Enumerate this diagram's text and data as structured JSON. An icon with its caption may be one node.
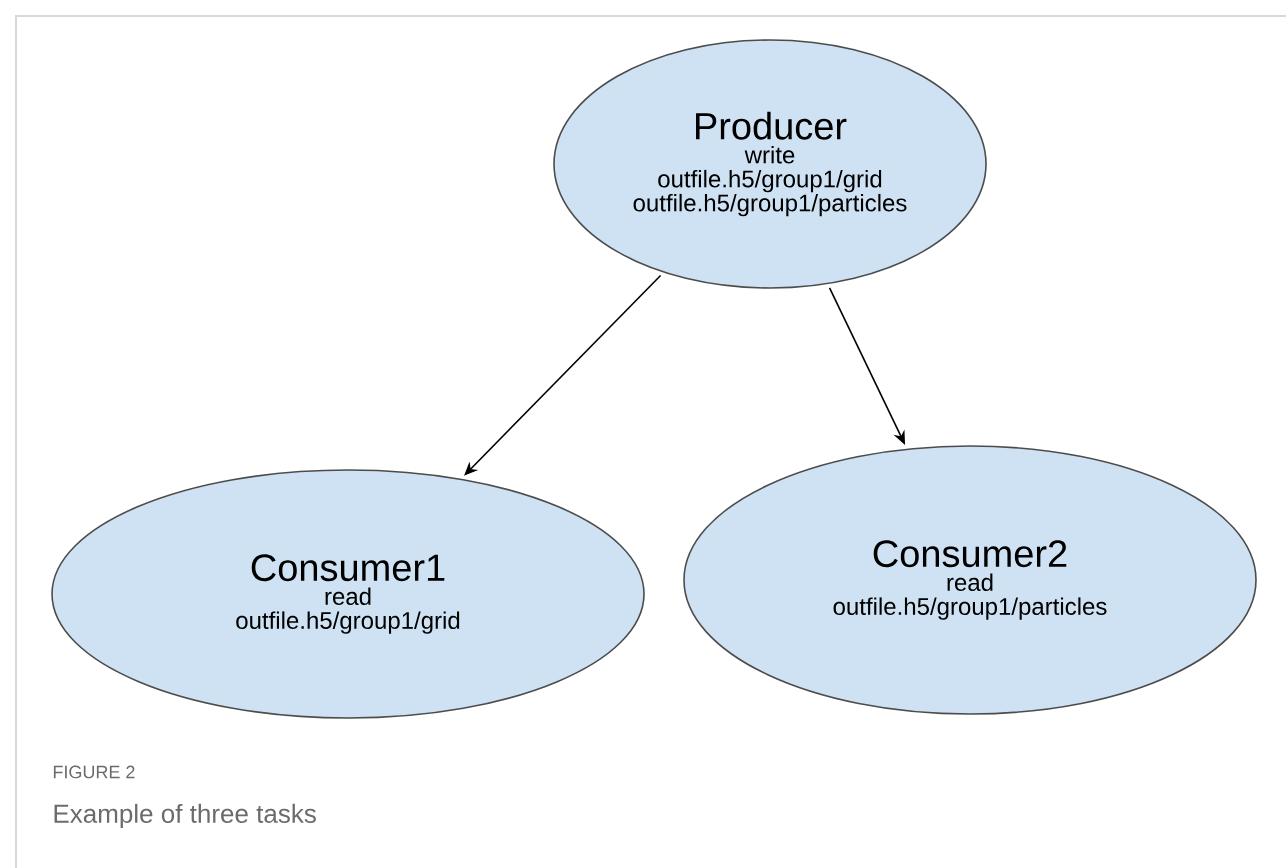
{
  "diagram": {
    "caption": "Example of three tasks",
    "nodes": [
      {
        "text": [
          "Producer",
          "write",
          "outfile.h5/group1/grid",
          "outfile.h5/group1/particles"
        ]
      },
      {
        "text": [
          "Consumer1",
          "read",
          "outfile.h5/group1/grid"
        ]
      },
      {
        "text": [
          "Consumer2",
          "read",
          "outfile.h5/group1/particles"
        ]
      }
    ],
    "edges": [
      {
        "from": 0,
        "to": 1,
        "arrow": "to"
      },
      {
        "from": 0,
        "to": 2,
        "arrow": "to"
      }
    ],
    "labels": [
      "FIGURE 2"
    ]
  }
}
